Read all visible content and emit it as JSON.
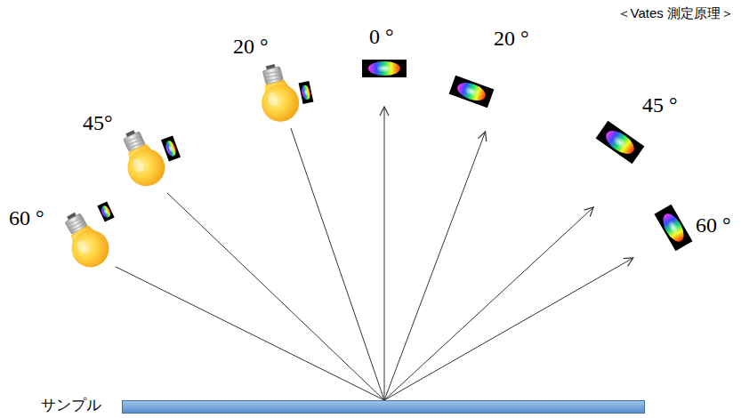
{
  "diagram": {
    "title": "＜Vates 測定原理＞",
    "nodes": [
      {
        "text": [
          "60 °"
        ]
      },
      {
        "text": [
          "45°"
        ]
      },
      {
        "text": [
          "20 °"
        ]
      },
      {
        "text": [
          "0 °"
        ]
      },
      {
        "text": [
          "20 °"
        ]
      },
      {
        "text": [
          "45 °"
        ]
      },
      {
        "text": [
          "60 °"
        ]
      },
      {
        "text": [
          "サンプル"
        ]
      }
    ],
    "edges": [
      {
        "from": 0,
        "to": 7,
        "arrow": "none"
      },
      {
        "from": 1,
        "to": 7,
        "arrow": "none"
      },
      {
        "from": 2,
        "to": 7,
        "arrow": "none"
      },
      {
        "from": 7,
        "to": 3,
        "arrow": "to"
      },
      {
        "from": 7,
        "to": 4,
        "arrow": "to"
      },
      {
        "from": 7,
        "to": 5,
        "arrow": "to"
      },
      {
        "from": 7,
        "to": 6,
        "arrow": "to"
      }
    ]
  }
}
